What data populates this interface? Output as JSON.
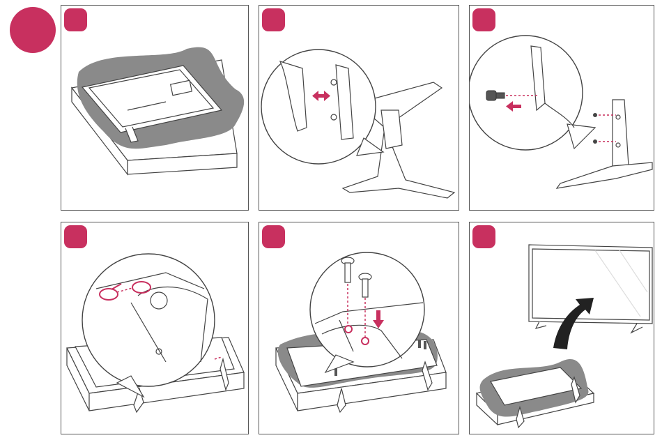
{
  "colors": {
    "accent": "#c8305f",
    "outline": "#555555",
    "line": "#444444",
    "cloth": "#8a8a8a",
    "arrow": "#222222"
  },
  "icons": {
    "main_badge": "section-marker-circle",
    "step_badge": "step-marker-square"
  },
  "steps": [
    {
      "id": 1,
      "illustration": "tv-face-down-on-box-with-cloth"
    },
    {
      "id": 2,
      "illustration": "stand-neck-and-base-alignment"
    },
    {
      "id": 3,
      "illustration": "remove-screw-from-stand"
    },
    {
      "id": 4,
      "illustration": "insert-stand-into-tv-slots"
    },
    {
      "id": 5,
      "illustration": "fasten-stand-screws"
    },
    {
      "id": 6,
      "illustration": "lift-tv-upright"
    }
  ]
}
